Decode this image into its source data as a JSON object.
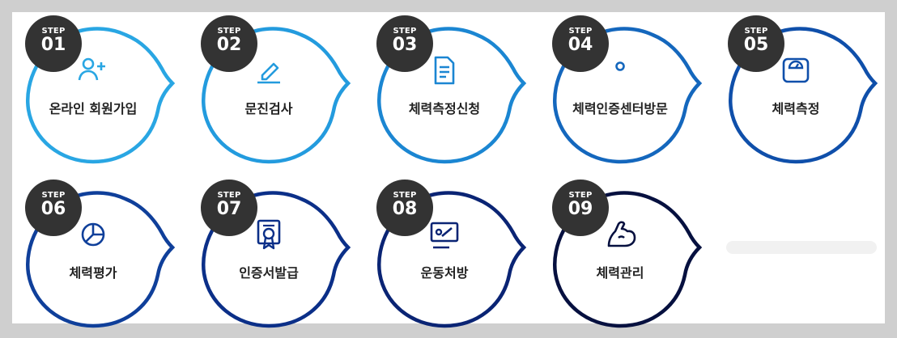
{
  "step_word": "STEP",
  "steps": [
    {
      "num": "01",
      "label": "온라인 회원가입",
      "icon": "user-add-icon",
      "color": "#29a6e3"
    },
    {
      "num": "02",
      "label": "문진검사",
      "icon": "pencil-icon",
      "color": "#239bde"
    },
    {
      "num": "03",
      "label": "체력측정신청",
      "icon": "document-icon",
      "color": "#1b86d2"
    },
    {
      "num": "04",
      "label": "체력인증센터방문",
      "icon": "location-pin-icon",
      "color": "#1467bd"
    },
    {
      "num": "05",
      "label": "체력측정",
      "icon": "scale-icon",
      "color": "#0f4faa"
    },
    {
      "num": "06",
      "label": "체력평가",
      "icon": "pie-chart-icon",
      "color": "#0f3f9a"
    },
    {
      "num": "07",
      "label": "인증서발급",
      "icon": "certificate-icon",
      "color": "#0b2f88"
    },
    {
      "num": "08",
      "label": "운동처방",
      "icon": "prescription-board-icon",
      "color": "#0a2474"
    },
    {
      "num": "09",
      "label": "체력관리",
      "icon": "flexed-arm-icon",
      "color": "#06103f"
    }
  ]
}
